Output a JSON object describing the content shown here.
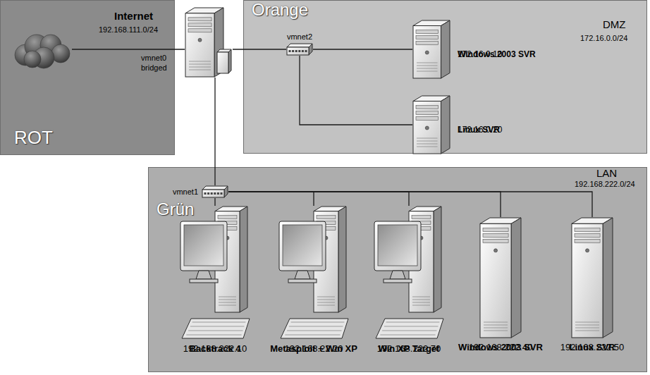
{
  "diagram": {
    "nodes": [
      {
        "text": [
          "Internet",
          "192.168.111.0/24",
          "ROT"
        ]
      },
      {
        "text": [],
        "in": 0
      },
      {
        "text": []
      },
      {
        "text": [
          "Orange",
          "DMZ",
          "172.16.0.0/24"
        ]
      },
      {
        "text": [
          "vmnet2"
        ],
        "in": 3
      },
      {
        "text": [
          "Windows 2003 SVR",
          "172.16.0.10"
        ],
        "in": 3
      },
      {
        "text": [
          "Linux SVR",
          "172.16.0.20"
        ],
        "in": 3
      },
      {
        "text": [
          "Grün",
          "LAN",
          "192.168.222.0/24"
        ]
      },
      {
        "text": [
          "vmnet1"
        ],
        "in": 7
      },
      {
        "text": [
          "Backtrack 4",
          "192.168.222.10"
        ],
        "in": 7
      },
      {
        "text": [
          "Metasploit + Win XP",
          "192.168.22.20"
        ],
        "in": 7
      },
      {
        "text": [
          "Win XP Target",
          "192.168.222.70"
        ],
        "in": 7
      },
      {
        "text": [
          "Windows 2003 SVR",
          "192.168.222.40"
        ],
        "in": 7
      },
      {
        "text": [
          "Linux SVR",
          "192.168.222.50"
        ],
        "in": 7
      }
    ],
    "edges": [
      {
        "from": 1,
        "to": 2,
        "arrow": "none"
      },
      {
        "from": 2,
        "to": 4,
        "arrow": "none"
      },
      {
        "from": 4,
        "to": 5,
        "arrow": "none"
      },
      {
        "from": 4,
        "to": 6,
        "arrow": "none"
      },
      {
        "from": 2,
        "to": 8,
        "arrow": "none"
      },
      {
        "from": 8,
        "to": 9,
        "arrow": "none"
      },
      {
        "from": 8,
        "to": 10,
        "arrow": "none"
      },
      {
        "from": 8,
        "to": 11,
        "arrow": "none"
      },
      {
        "from": 8,
        "to": 12,
        "arrow": "none"
      },
      {
        "from": 8,
        "to": 13,
        "arrow": "none"
      }
    ],
    "labels": [
      "vmnet0",
      "bridged"
    ]
  }
}
